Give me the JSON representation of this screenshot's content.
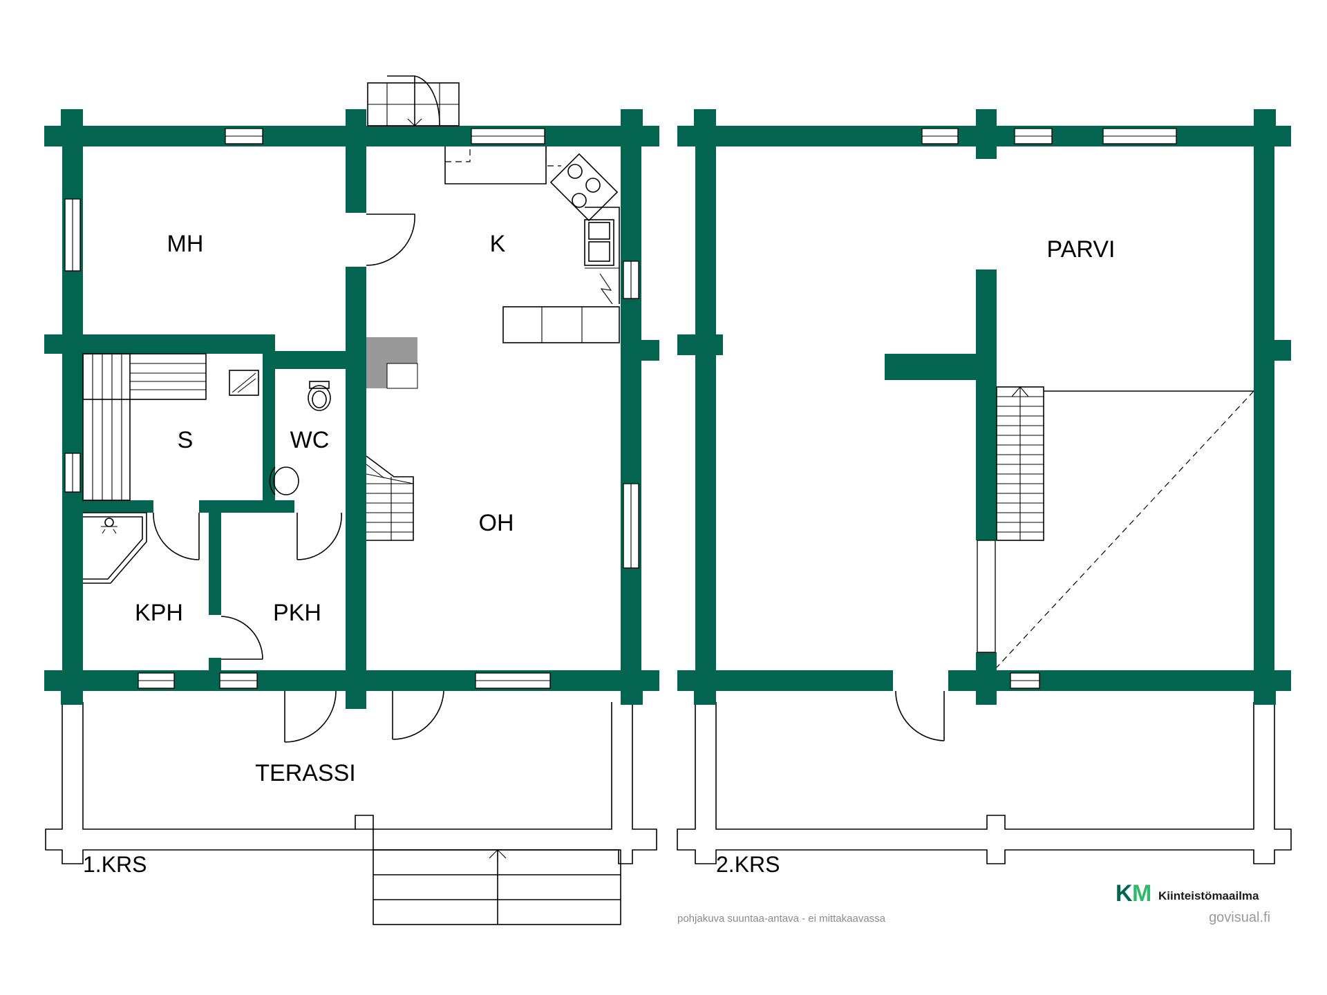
{
  "floors": {
    "first": {
      "label": "1.KRS"
    },
    "second": {
      "label": "2.KRS"
    }
  },
  "rooms": {
    "mh": "MH",
    "k": "K",
    "s": "S",
    "wc": "WC",
    "oh": "OH",
    "kph": "KPH",
    "pkh": "PKH",
    "terassi": "TERASSI",
    "parvi": "PARVI"
  },
  "footer": {
    "disclaimer": "pohjakuva suuntaa-antava - ei mittakaavassa",
    "credit": "govisual.fi"
  },
  "logo": {
    "letters": "KM",
    "name": "Kiinteistömaailma"
  },
  "colors": {
    "wall": "#036450",
    "logo_k": "#036450",
    "logo_m": "#2fb96b"
  }
}
